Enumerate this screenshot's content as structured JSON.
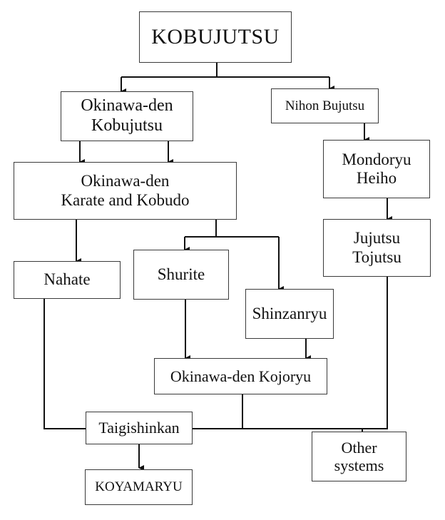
{
  "diagram": {
    "nodes": {
      "kobujutsu": "KOBUJUTSU",
      "okinawa_kobujutsu": "Okinawa-den\nKobujutsu",
      "nihon_bujutsu": "Nihon Bujutsu",
      "mondoryu_heiho": "Mondoryu\nHeiho",
      "okinawa_karate_kobudo": "Okinawa-den\nKarate and Kobudo",
      "jujutsu_tojutsu": "Jujutsu\nTojutsu",
      "nahate": "Nahate",
      "shurite": "Shurite",
      "shinzanryu": "Shinzanryu",
      "okinawa_kojoryu": "Okinawa-den Kojoryu",
      "taigishinkan": "Taigishinkan",
      "other_systems": "Other\nsystems",
      "koyamaryu": "KOYAMARYU"
    }
  }
}
